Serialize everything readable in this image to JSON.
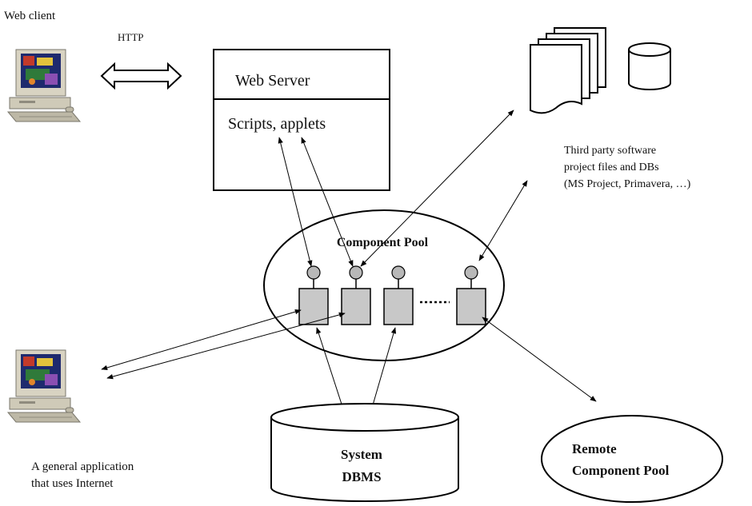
{
  "labels": {
    "web_client": "Web client",
    "http": "HTTP",
    "web_server": "Web Server",
    "scripts": "Scripts, applets",
    "third_party_1": "Third party software",
    "third_party_2": "project files and DBs",
    "third_party_3": "(MS Project, Primavera, …)",
    "component_pool": "Component Pool",
    "general_app_1": "A general application",
    "general_app_2": "that uses Internet",
    "system": "System",
    "dbms": "DBMS",
    "remote_1": "Remote",
    "remote_2": "Component Pool"
  },
  "icons": {
    "web_client_computer": "desktop-computer-icon",
    "general_app_computer": "desktop-computer-icon",
    "documents": "document-stack-icon",
    "database": "database-cylinder-icon"
  },
  "colors": {
    "component_fill": "#c8c8c8",
    "stroke": "#000000"
  }
}
